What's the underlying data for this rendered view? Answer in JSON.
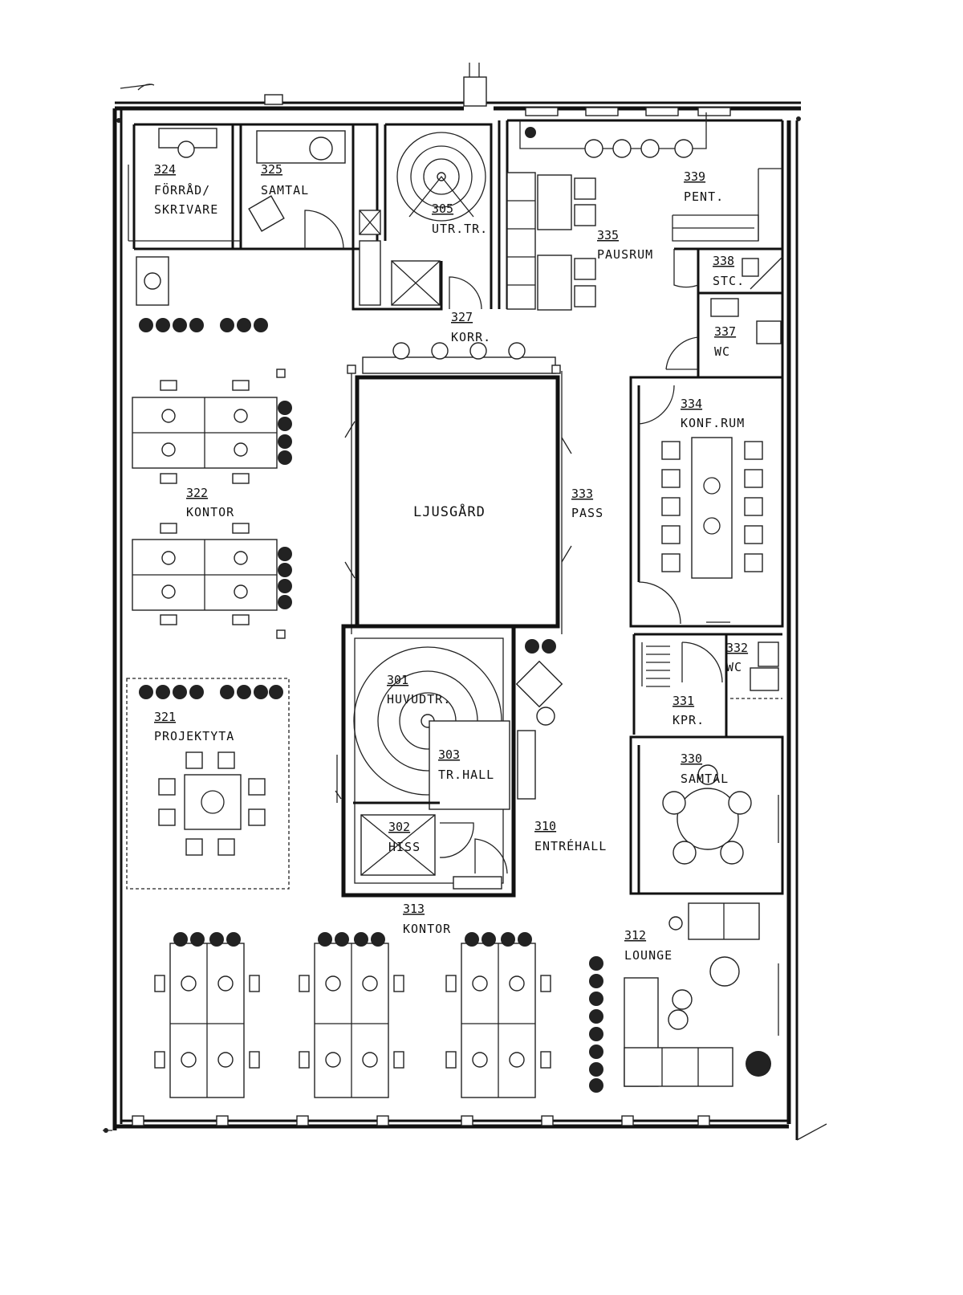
{
  "rooms": [
    {
      "id": "324",
      "number": "324",
      "name_lines": [
        "FÖRRÅD/",
        "SKRIVARE"
      ]
    },
    {
      "id": "325",
      "number": "325",
      "name_lines": [
        "SAMTAL"
      ]
    },
    {
      "id": "305",
      "number": "305",
      "name_lines": [
        "UTR.TR."
      ]
    },
    {
      "id": "339",
      "number": "339",
      "name_lines": [
        "PENT."
      ]
    },
    {
      "id": "335",
      "number": "335",
      "name_lines": [
        "PAUSRUM"
      ]
    },
    {
      "id": "338",
      "number": "338",
      "name_lines": [
        "STC."
      ]
    },
    {
      "id": "337",
      "number": "337",
      "name_lines": [
        "WC"
      ]
    },
    {
      "id": "327",
      "number": "327",
      "name_lines": [
        "KORR."
      ]
    },
    {
      "id": "334",
      "number": "334",
      "name_lines": [
        "KONF.RUM"
      ]
    },
    {
      "id": "322",
      "number": "322",
      "name_lines": [
        "KONTOR"
      ]
    },
    {
      "id": "ljusgard",
      "number": "",
      "name_lines": [
        "LJUSGÅRD"
      ]
    },
    {
      "id": "333",
      "number": "333",
      "name_lines": [
        "PASS"
      ]
    },
    {
      "id": "332",
      "number": "332",
      "name_lines": [
        "WC"
      ]
    },
    {
      "id": "331",
      "number": "331",
      "name_lines": [
        "KPR."
      ]
    },
    {
      "id": "321",
      "number": "321",
      "name_lines": [
        "PROJEKTYTA"
      ]
    },
    {
      "id": "301",
      "number": "301",
      "name_lines": [
        "HUVUDTR."
      ]
    },
    {
      "id": "303",
      "number": "303",
      "name_lines": [
        "TR.HALL"
      ]
    },
    {
      "id": "330",
      "number": "330",
      "name_lines": [
        "SAMTAL"
      ]
    },
    {
      "id": "302",
      "number": "302",
      "name_lines": [
        "HISS"
      ]
    },
    {
      "id": "310",
      "number": "310",
      "name_lines": [
        "ENTRÉHALL"
      ]
    },
    {
      "id": "313",
      "number": "313",
      "name_lines": [
        "KONTOR"
      ]
    },
    {
      "id": "312",
      "number": "312",
      "name_lines": [
        "LOUNGE"
      ]
    }
  ],
  "colors": {
    "line": "#111111",
    "background": "#ffffff"
  }
}
